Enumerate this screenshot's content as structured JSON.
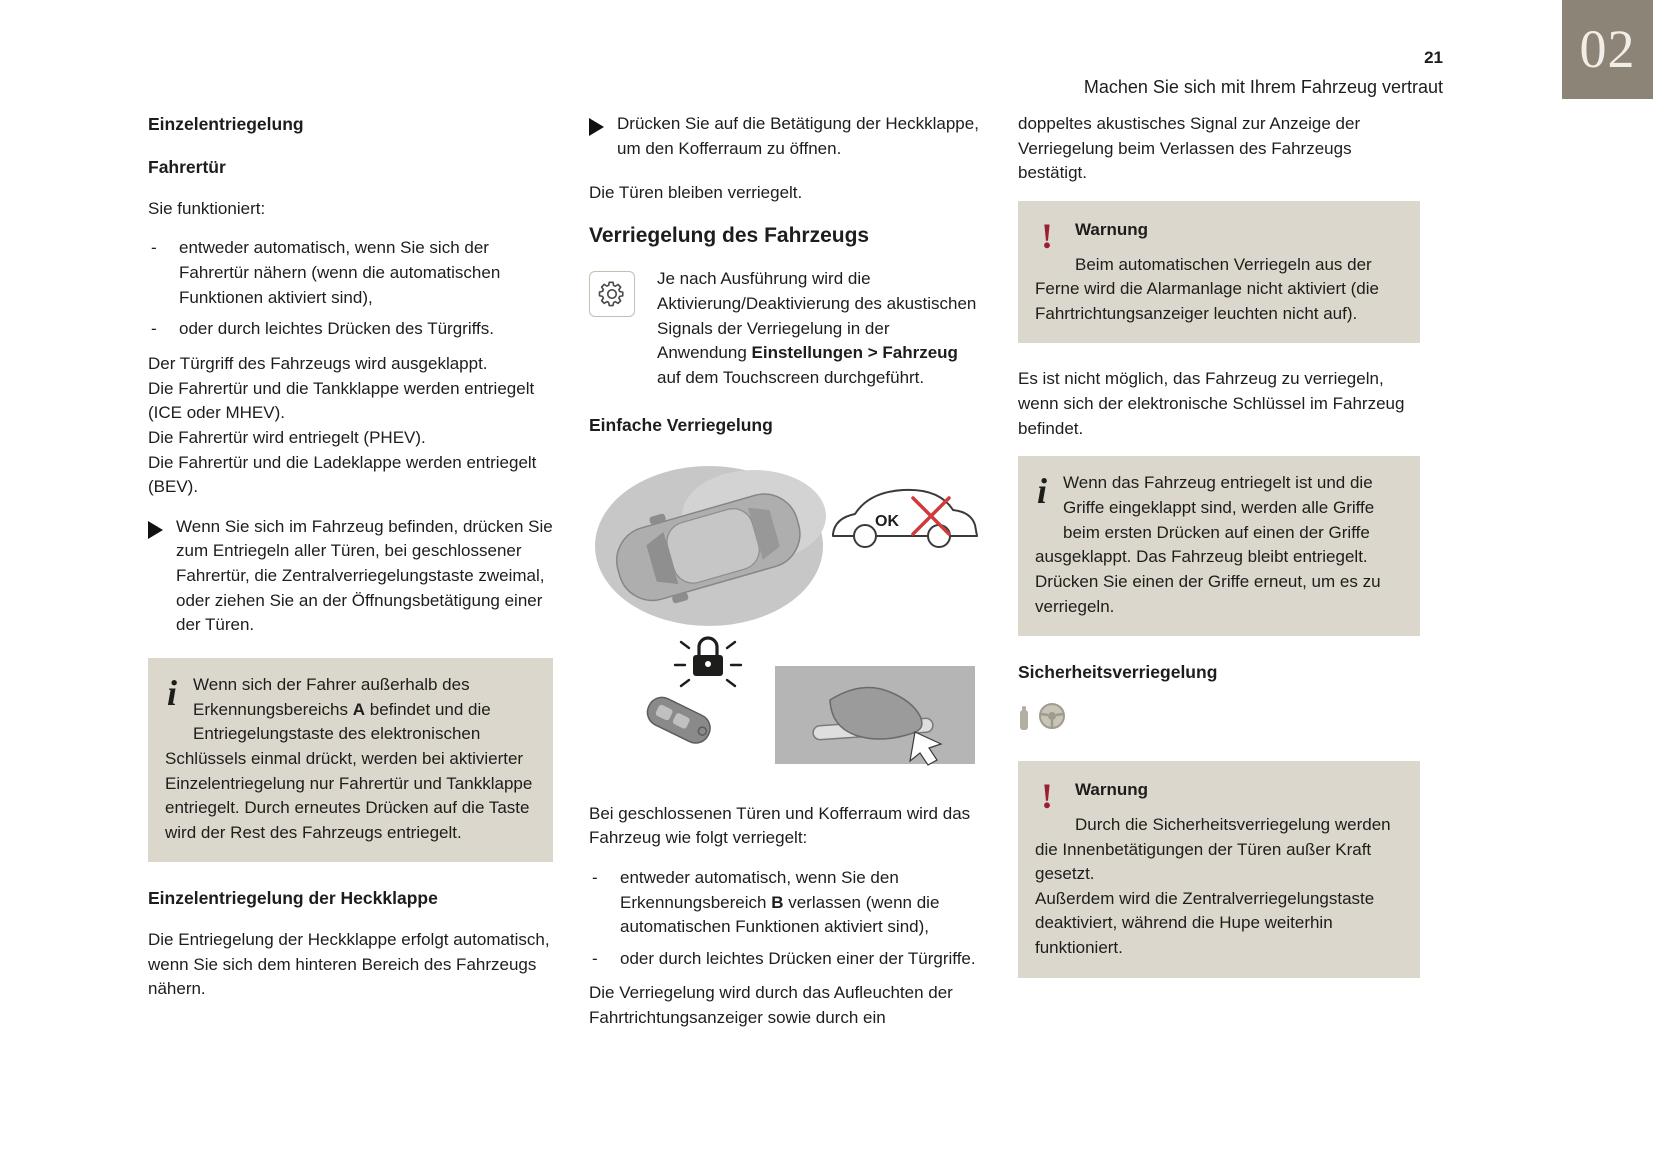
{
  "page": {
    "number": "21",
    "header": "Machen Sie sich mit Ihrem Fahrzeug vertraut",
    "chapter_tab": "02",
    "accent_color": "#8d8478",
    "box_background": "#dbd7cc",
    "warning_color": "#9b1f33"
  },
  "icons": {
    "info_glyph": "i",
    "warning_glyph": "!"
  },
  "col1": {
    "heading1": "Einzelentriegelung",
    "heading2": "Fahrertür",
    "intro": "Sie funktioniert:",
    "bullets": [
      "entweder automatisch, wenn Sie sich der Fahrertür nähern (wenn die automatischen Funktionen aktiviert sind),",
      "oder durch leichtes Drücken des Türgriffs."
    ],
    "para1": "Der Türgriff des Fahrzeugs wird ausgeklappt.\nDie Fahrertür und die Tankklappe werden entriegelt (ICE oder MHEV).\nDie Fahrertür wird entriegelt (PHEV).\nDie Fahrertür und die Ladeklappe werden entriegelt (BEV).",
    "action1": "Wenn Sie sich im Fahrzeug befinden, drücken Sie zum Entriegeln aller Türen, bei geschlossener Fahrertür, die Zentralverriegelungstaste zweimal, oder ziehen Sie an der Öffnungsbetätigung einer der Türen.",
    "infobox": {
      "parts": [
        "Wenn sich der Fahrer außerhalb des Erkennungsbereichs ",
        "A",
        " befindet und die Entriegelungstaste des elektronischen Schlüssels einmal drückt, werden bei aktivierter Einzelentriegelung nur Fahrertür und Tankklappe entriegelt. Durch erneutes Drücken auf die Taste wird der Rest des Fahrzeugs entriegelt."
      ]
    },
    "heading3": "Einzelentriegelung der Heckklappe",
    "para2": "Die Entriegelung der Heckklappe erfolgt automatisch, wenn Sie sich dem hinteren Bereich des Fahrzeugs nähern."
  },
  "col2": {
    "action1": "Drücken Sie auf die Betätigung der Heckklappe, um den Kofferraum zu öffnen.",
    "para1": "Die Türen bleiben verriegelt.",
    "heading1": "Verriegelung des Fahrzeugs",
    "settings_note": {
      "parts": [
        "Je nach Ausführung wird die Aktivierung/Deaktivierung des akustischen Signals der Verriegelung in der Anwendung ",
        "Einstellungen > Fahrzeug",
        " auf dem Touchscreen durchgeführt."
      ]
    },
    "heading2": "Einfache Verriegelung",
    "figure": {
      "ok_label": "OK"
    },
    "para2": "Bei geschlossenen Türen und Kofferraum wird das Fahrzeug wie folgt verriegelt:",
    "bullet1_parts": [
      "entweder automatisch, wenn Sie den Erkennungsbereich ",
      "B",
      " verlassen (wenn die automatischen Funktionen aktiviert sind),"
    ],
    "bullet2": "oder durch leichtes Drücken einer der Türgriffe.",
    "para3": "Die Verriegelung wird durch das Aufleuchten der Fahrtrichtungsanzeiger sowie durch ein"
  },
  "col3": {
    "para1": "doppeltes akustisches Signal zur Anzeige der Verriegelung beim Verlassen des Fahrzeugs bestätigt.",
    "warning1": {
      "title": "Warnung",
      "body": "Beim automatischen Verriegeln aus der Ferne wird die Alarmanlage nicht aktiviert (die Fahrtrichtungsanzeiger leuchten nicht auf)."
    },
    "para2": "Es ist nicht möglich, das Fahrzeug zu verriegeln, wenn sich der elektronische Schlüssel im Fahrzeug befindet.",
    "infobox": "Wenn das Fahrzeug entriegelt ist und die Griffe eingeklappt sind, werden alle Griffe beim ersten Drücken auf einen der Griffe ausgeklappt. Das Fahrzeug bleibt entriegelt.\nDrücken Sie einen der Griffe erneut, um es zu verriegeln.",
    "heading1": "Sicherheitsverriegelung",
    "warning2": {
      "title": "Warnung",
      "body": "Durch die Sicherheitsverriegelung werden die Innenbetätigungen der Türen außer Kraft gesetzt.\nAußerdem wird die Zentralverriegelungstaste deaktiviert, während die Hupe weiterhin funktioniert."
    }
  }
}
